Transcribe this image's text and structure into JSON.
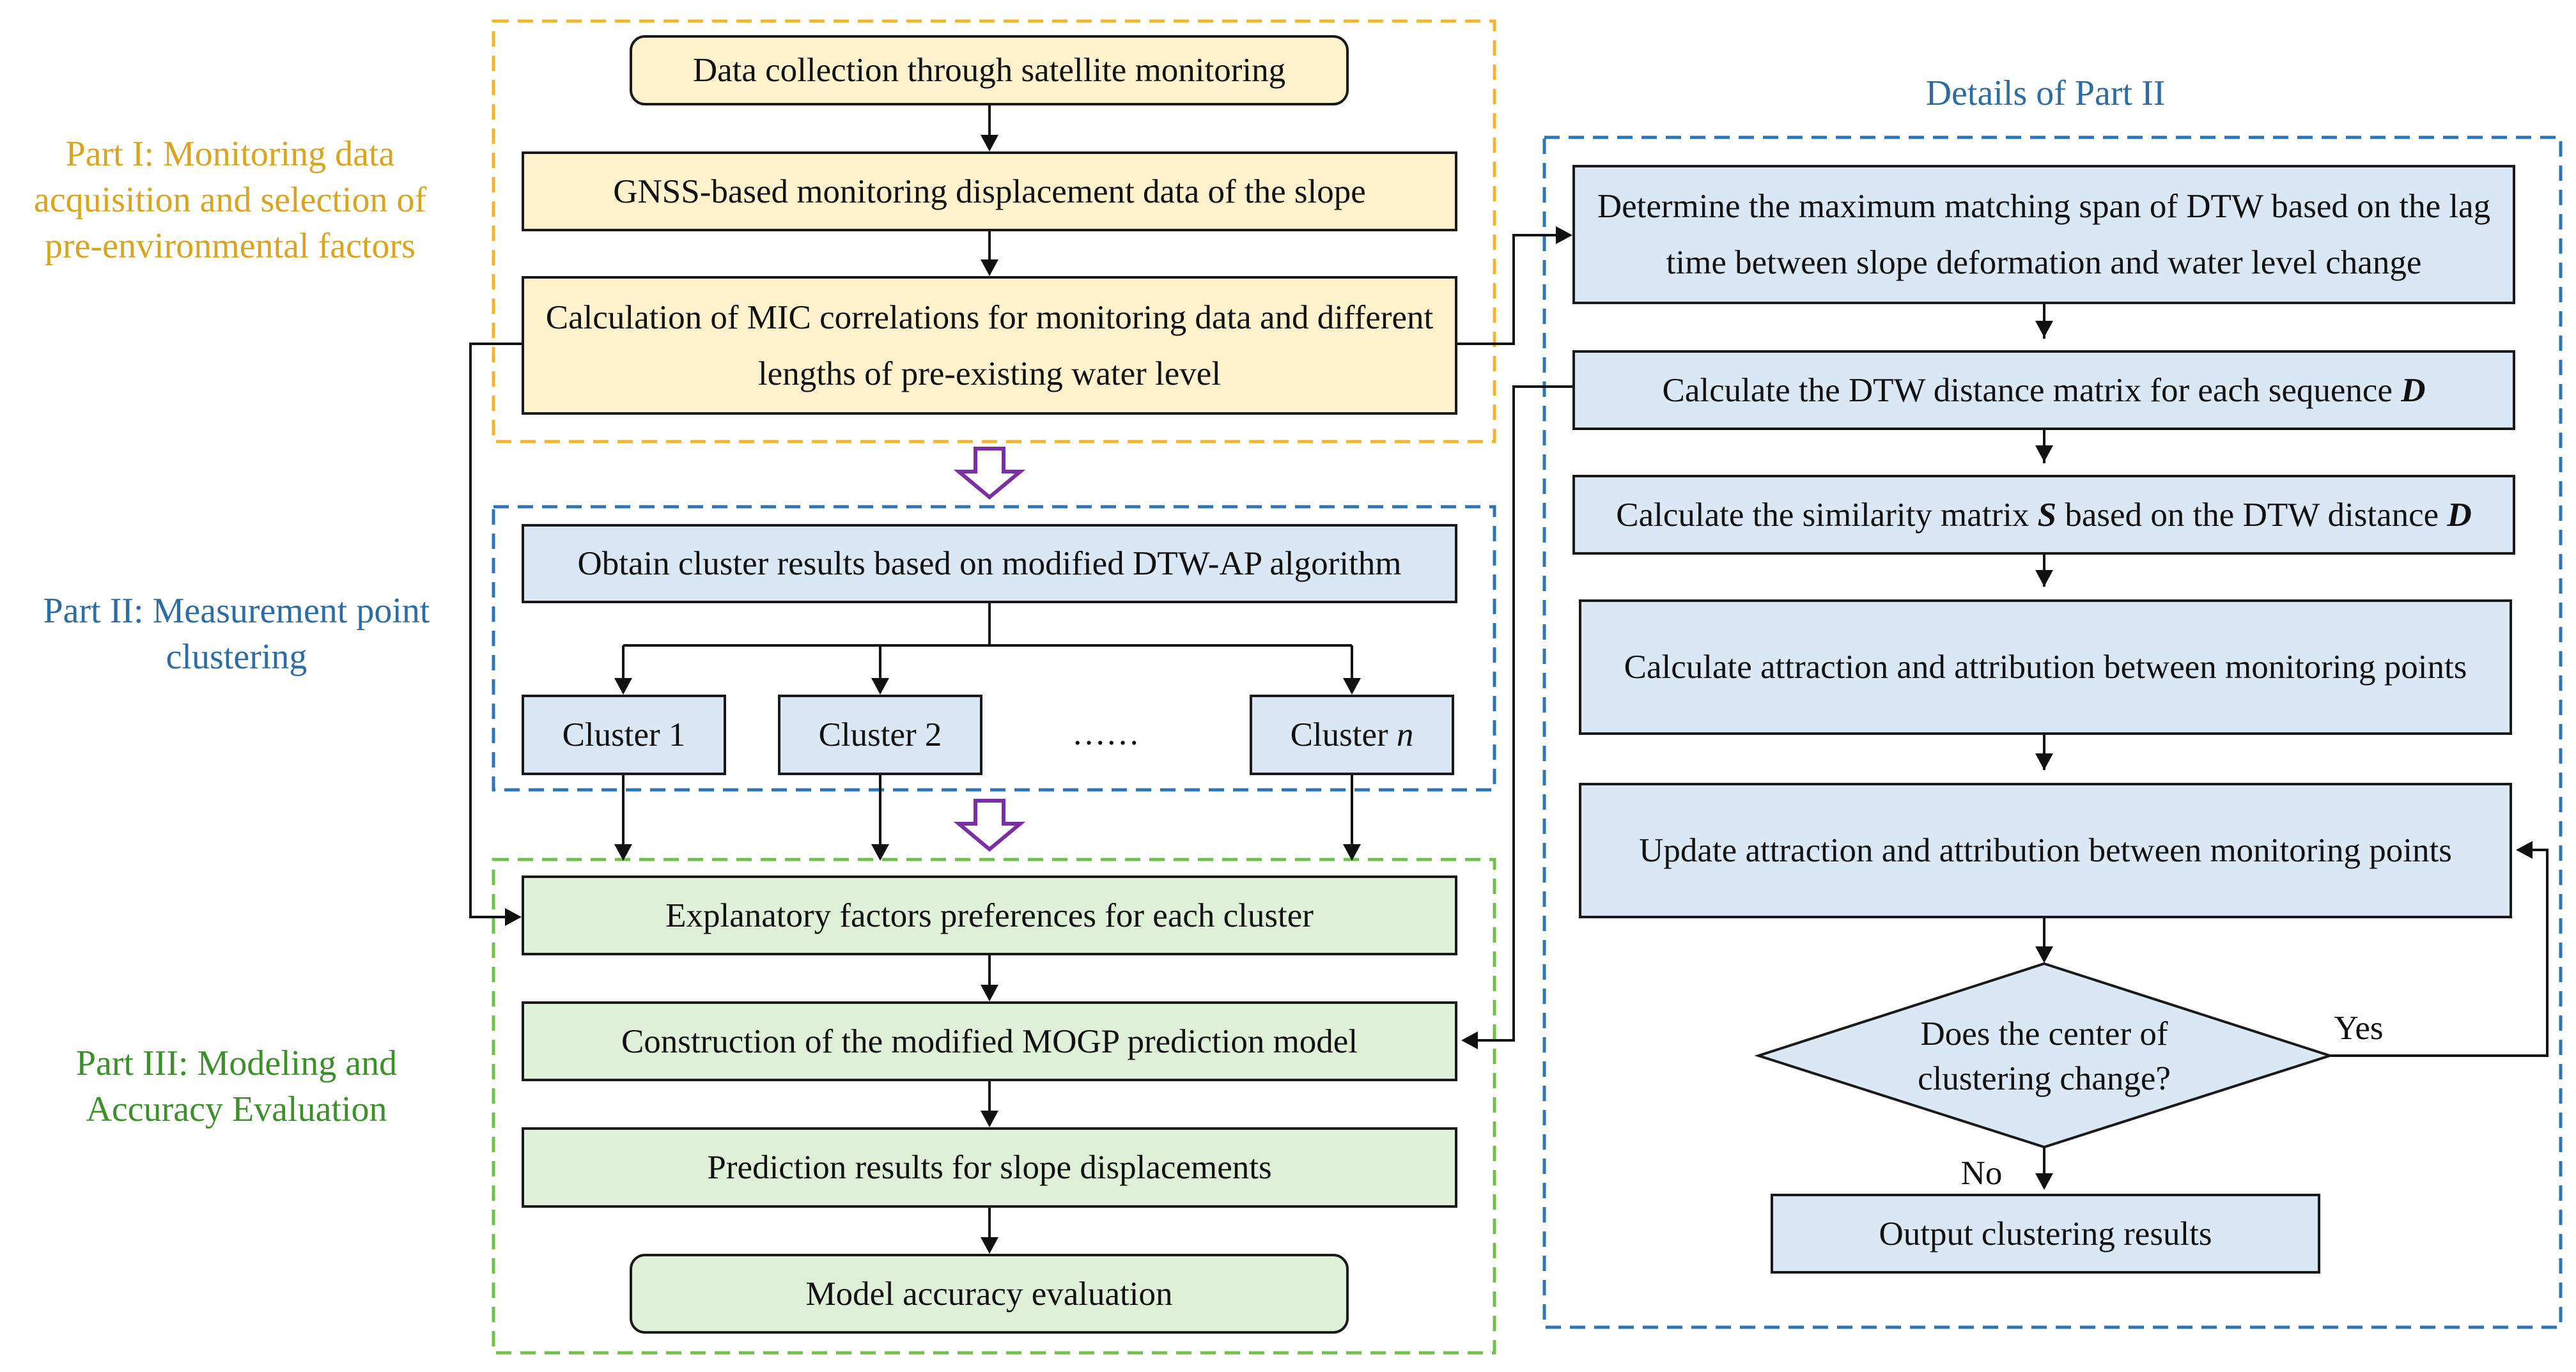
{
  "parts": {
    "part1": "Part I: Monitoring data acquisition and selection of pre-environmental factors",
    "part2": "Part II: Measurement point clustering",
    "part3": "Part III: Modeling and Accuracy Evaluation",
    "details": "Details of Part II"
  },
  "steps": {
    "s1": "Data collection through satellite monitoring",
    "s2": "GNSS-based monitoring displacement data of the slope",
    "s3": "Calculation of MIC correlations for monitoring data and different lengths of pre-existing water level",
    "s4": "Obtain cluster results based on modified DTW-AP algorithm",
    "cluster1": "Cluster 1",
    "cluster2": "Cluster 2",
    "ellipsis": "……",
    "cluster_n_prefix": "Cluster",
    "cluster_n_var": "n",
    "s5": "Explanatory factors preferences for each cluster",
    "s6": "Construction of the modified MOGP prediction model",
    "s7": "Prediction results for slope displacements",
    "s8": "Model accuracy evaluation"
  },
  "details_steps": {
    "d1": "Determine the maximum matching span of DTW based on the lag time between slope deformation and water level change",
    "d2_text": "Calculate the DTW distance matrix for each sequence",
    "d2_var": "D",
    "d3_a": "Calculate the similarity matrix",
    "d3_var1": "S",
    "d3_b": "based on the DTW distance",
    "d3_var2": "D",
    "d4": "Calculate attraction and attribution between monitoring points",
    "d5": "Update attraction and attribution between monitoring points",
    "decision": "Does the center of clustering change?",
    "yes": "Yes",
    "no": "No",
    "d6": "Output clustering results"
  },
  "colors": {
    "yellow_frame": "#f4b52c",
    "blue_frame": "#2e75b6",
    "green_frame": "#70c04a",
    "purple_arrow": "#7b2fa5",
    "yellow_fill": "#fff2cc",
    "blue_fill": "#dae8f5",
    "green_fill": "#dff0d8"
  }
}
